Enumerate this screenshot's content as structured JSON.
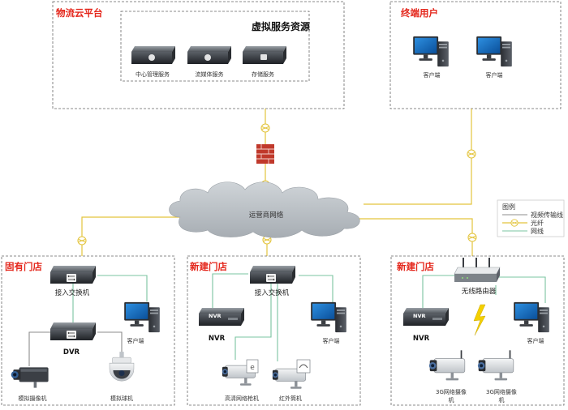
{
  "cloud_platform": {
    "title": "物流云平台",
    "resources_title": "虚拟服务资源",
    "servers": [
      "中心管理服务",
      "流媒体服务",
      "存储服务"
    ]
  },
  "terminal_users": {
    "title": "终端用户",
    "clients": [
      "客户端",
      "客户端"
    ]
  },
  "carrier_network": "运营商网络",
  "legend": {
    "title": "图例",
    "items": [
      "视频传输线",
      "光纤",
      "网线"
    ],
    "colors": {
      "video": "#8c8c8c",
      "fiber": "#e3c43c",
      "ethernet": "#7ac4a0"
    }
  },
  "store_existing": {
    "title": "固有门店",
    "switch": "接入交换机",
    "dvr": "DVR",
    "client": "客户端",
    "analog_camera": "模拟摄像机",
    "dome_camera": "模拟球机"
  },
  "store_new_1": {
    "title": "新建门店",
    "switch": "接入交换机",
    "nvr_device": "NVR",
    "nvr": "NVR",
    "client": "客户端",
    "hd_camera": "高清网络枪机",
    "ir_camera": "红外筒机"
  },
  "store_new_2": {
    "title": "新建门店",
    "router": "无线路由器",
    "nvr_device": "NVR",
    "nvr": "NVR",
    "client": "客户端",
    "cam_3g_line1": "3G网络摄像",
    "cam_3g_line2": "机"
  },
  "colors": {
    "title_red": "#e4261b",
    "cloud": "#b8bec3",
    "firewall": "#c0392b"
  }
}
